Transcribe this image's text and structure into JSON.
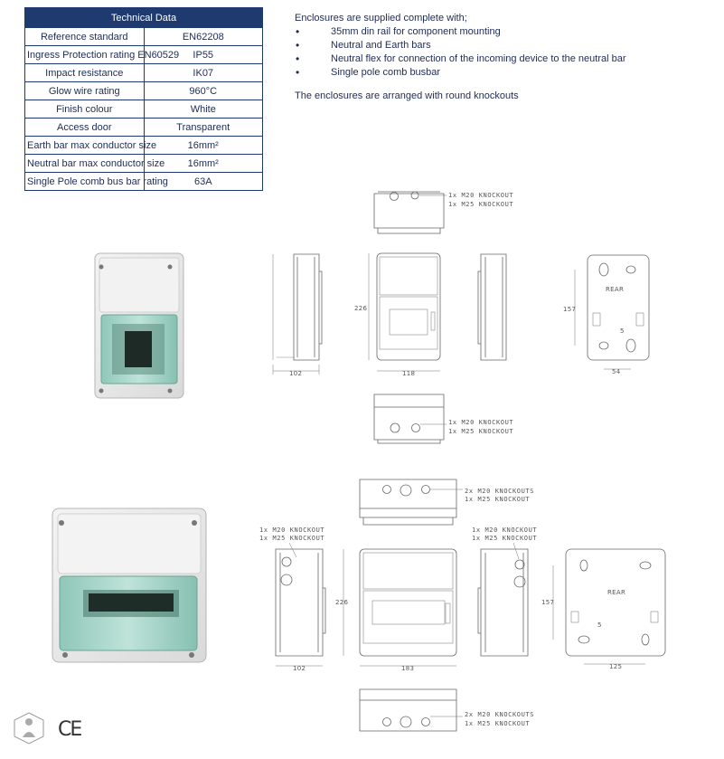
{
  "table": {
    "title": "Technical Data",
    "rows": [
      {
        "label": "Reference standard",
        "value": "EN62208"
      },
      {
        "label": "Ingress Protection rating EN60529",
        "value": "IP55"
      },
      {
        "label": "Impact resistance",
        "value": "IK07"
      },
      {
        "label": "Glow wire rating",
        "value": "960°C"
      },
      {
        "label": "Finish colour",
        "value": "White"
      },
      {
        "label": "Access door",
        "value": "Transparent"
      },
      {
        "label": "Earth bar max conductor size",
        "value": "16mm²"
      },
      {
        "label": "Neutral bar max conductor size",
        "value": "16mm²"
      },
      {
        "label": "Single Pole comb bus bar rating",
        "value": "63A"
      }
    ]
  },
  "supplied": {
    "intro": "Enclosures are supplied complete with;",
    "items": [
      "35mm din rail for component mounting",
      "Neutral and Earth bars",
      "Neutral flex for connection of the incoming device to the neutral bar",
      "Single pole comb busbar"
    ],
    "bullet": "•",
    "note": "The enclosures are arranged with round knockouts"
  },
  "drawing1": {
    "top_knockout_1": "1x  M20  KNOCKOUT",
    "top_knockout_2": "1x  M25  KNOCKOUT",
    "bottom_knockout_1": "1x  M20  KNOCKOUT",
    "bottom_knockout_2": "1x  M25  KNOCKOUT",
    "height": "226",
    "depth": "102",
    "width": "118",
    "rear_label": "REAR",
    "rear_height": "157",
    "rear_width": "54",
    "rear_slot": "5"
  },
  "drawing2": {
    "top_knockout_1": "2x  M20  KNOCKOUTS",
    "top_knockout_2": "1x  M25  KNOCKOUT",
    "side_left_1": "1x  M20  KNOCKOUT",
    "side_left_2": "1x  M25  KNOCKOUT",
    "side_right_1": "1x  M20  KNOCKOUT",
    "side_right_2": "1x  M25  KNOCKOUT",
    "bottom_knockout_1": "2x  M20  KNOCKOUTS",
    "bottom_knockout_2": "1x  M25  KNOCKOUT",
    "height": "226",
    "depth": "102",
    "width": "183",
    "rear_label": "REAR",
    "rear_height": "157",
    "rear_width": "125",
    "rear_slot": "5"
  },
  "footer": {
    "ce_mark": "CE",
    "logo_icon": "installer-figure-icon"
  },
  "colors": {
    "table_header": "#1f3a6e",
    "text": "#1f2b55",
    "door_tint": "#a9d8cc"
  }
}
